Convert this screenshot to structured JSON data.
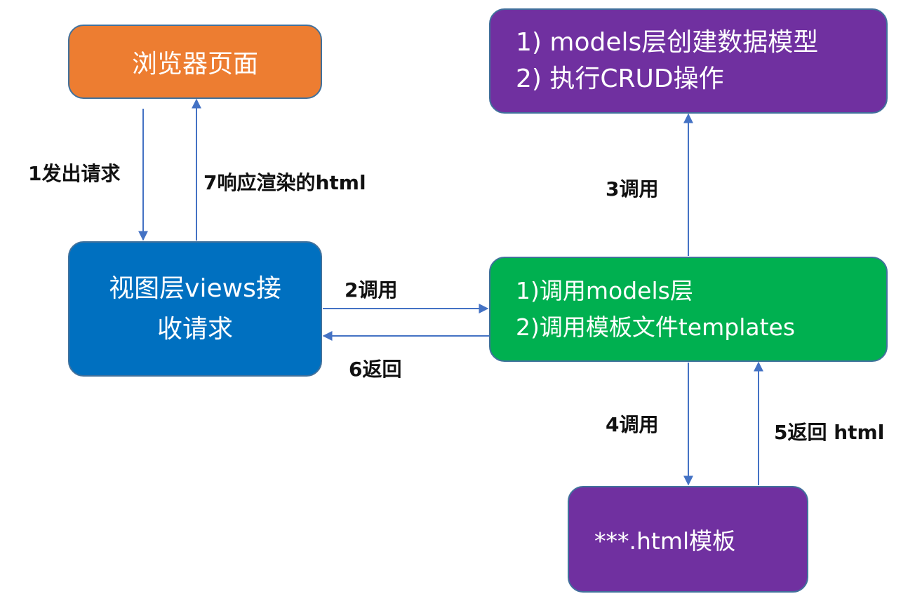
{
  "nodes": {
    "browser": {
      "label": "浏览器页面",
      "color": "#ed7d31"
    },
    "models": {
      "lines": [
        "1) models层创建数据模型",
        "2) 执行CRUD操作"
      ],
      "color": "#7030a0"
    },
    "views": {
      "lines": [
        "视图层views接",
        "收请求"
      ],
      "color": "#0070c0"
    },
    "process": {
      "lines": [
        "1)调用models层",
        "2)调用模板文件templates"
      ],
      "color": "#00b050"
    },
    "template": {
      "label": "***.html模板",
      "color": "#7030a0"
    }
  },
  "edges": {
    "e1": "1发出请求",
    "e2": "2调用",
    "e3": "3调用",
    "e4": "4调用",
    "e5": "5返回 html",
    "e6": "6返回",
    "e7": "7响应渲染的html"
  },
  "colors": {
    "arrow": "#4472c4",
    "box_border": "#41719c"
  }
}
